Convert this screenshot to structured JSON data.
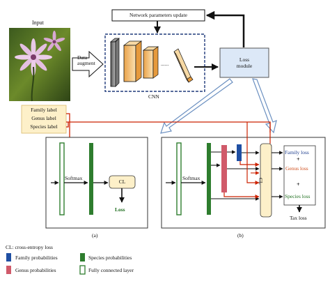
{
  "input_label": "Input",
  "data_augment_label": "Data\naugment",
  "network_update_label": "Network parameters update",
  "cnn_label": "CNN",
  "cnn_ellipsis": "......",
  "loss_module_label": "Loss\nmodule",
  "labels_box": [
    "Family label",
    "Genus label",
    "Species label"
  ],
  "panel_a": {
    "softmax": "Softmax",
    "cl": "CL",
    "loss": "Loss",
    "caption": "(a)"
  },
  "panel_b": {
    "softmax": "Softmax",
    "cl": "CL",
    "family_loss": "Family loss",
    "plus_1": "+",
    "genus_loss": "Genus loss",
    "plus_2": "+",
    "species_loss": "Species loss",
    "tax_loss": "Tax loss",
    "caption": "(b)"
  },
  "legend": {
    "title": "CL: cross-entropy loss",
    "items": [
      {
        "label": "Family probabilities",
        "color": "#1f4fa3"
      },
      {
        "label": "Species probabilities",
        "color": "#2e7d2e"
      },
      {
        "label": "Genus probabilities",
        "color": "#d05a6a"
      },
      {
        "label": "Fully connected layer",
        "color": "#ffffff"
      }
    ]
  },
  "colors": {
    "family": "#1f4fa3",
    "genus": "#d05a6a",
    "species": "#2e7d2e",
    "label_box": "#fdf0c9",
    "loss_box": "#dce8f7",
    "cl_box": "#fdf0c9",
    "label_arrow": "#cc2200",
    "genus_text": "#d0501e",
    "family_text": "#1f3f8f",
    "species_text": "#1f6f1f"
  }
}
